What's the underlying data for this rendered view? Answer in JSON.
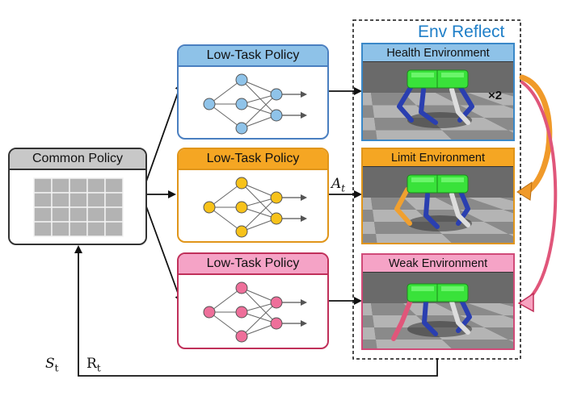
{
  "env_group": {
    "title": "Env Reflect",
    "title_color": "#1f7fc8"
  },
  "common_policy": {
    "title": "Common Policy",
    "header_color": "#c8c8c8"
  },
  "policies": [
    {
      "title": "Low-Task Policy",
      "header_color": "#8ec2e8",
      "border_color": "#4a7fc0",
      "body_border": "#9cc8ea",
      "node_color": "#8fc3e9"
    },
    {
      "title": "Low-Task Policy",
      "header_color": "#f5a623",
      "border_color": "#e0951a",
      "body_border": "#f0a73a",
      "node_color": "#f7c21a"
    },
    {
      "title": "Low-Task Policy",
      "header_color": "#f5a3c6",
      "border_color": "#c0305a",
      "body_border": "#e58fae",
      "node_color": "#ee6f9a"
    }
  ],
  "environments": [
    {
      "title": "Health Environment",
      "header_color": "#8ec2e8",
      "border_color": "#3a88c8",
      "badge": "×2",
      "leg_color": "#2a3fb0"
    },
    {
      "title": "Limit Environment",
      "header_color": "#f5a623",
      "border_color": "#e0951a",
      "badge": "",
      "leg_color": "#f0a030"
    },
    {
      "title": "Weak Environment",
      "header_color": "#f5a3c6",
      "border_color": "#d04a78",
      "badge": "",
      "leg_color": "#e0567a"
    }
  ],
  "labels": {
    "action": "A",
    "action_sub": "t",
    "state": "S",
    "state_sub": "t",
    "reward": "R",
    "reward_sub": "t"
  },
  "reflect_arrow_colors": {
    "orange": "#f09a2a",
    "pink": "#e0567a"
  }
}
